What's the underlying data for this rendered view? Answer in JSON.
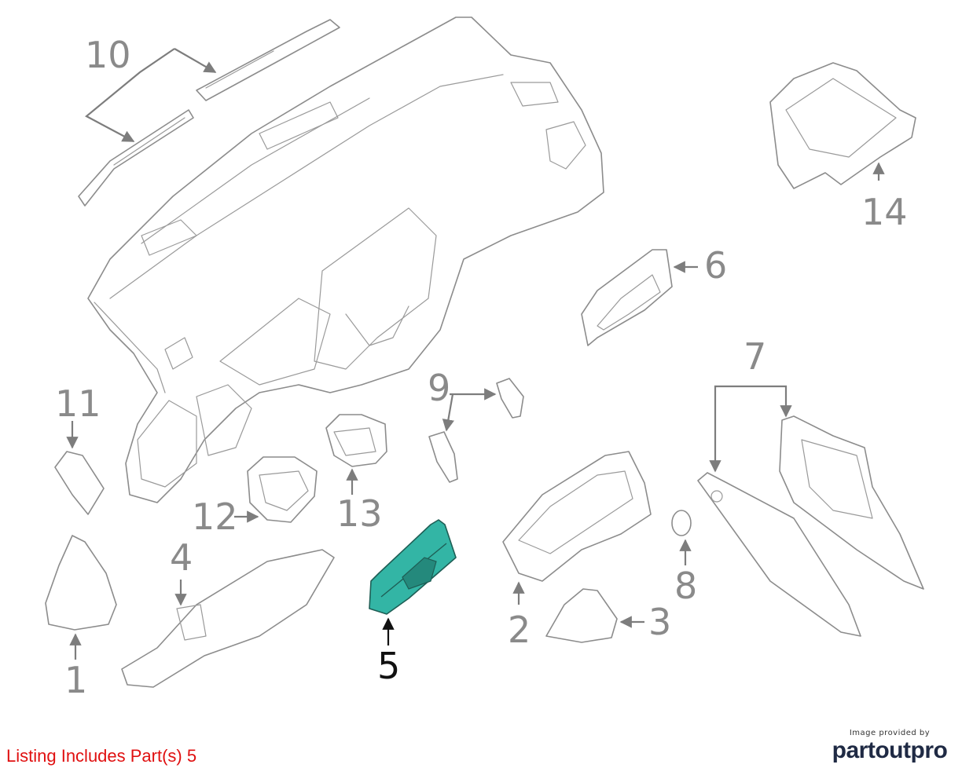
{
  "colors": {
    "highlight": "#33b5a5",
    "caption": "#e01010",
    "logo": "#1f2a44",
    "lines": "#8c8c8c"
  },
  "callouts": [
    {
      "id": "1",
      "label": "1"
    },
    {
      "id": "2",
      "label": "2"
    },
    {
      "id": "3",
      "label": "3"
    },
    {
      "id": "4",
      "label": "4"
    },
    {
      "id": "5",
      "label": "5",
      "highlighted": true
    },
    {
      "id": "6",
      "label": "6"
    },
    {
      "id": "7",
      "label": "7"
    },
    {
      "id": "8",
      "label": "8"
    },
    {
      "id": "9",
      "label": "9"
    },
    {
      "id": "10",
      "label": "10"
    },
    {
      "id": "11",
      "label": "11"
    },
    {
      "id": "12",
      "label": "12"
    },
    {
      "id": "13",
      "label": "13"
    },
    {
      "id": "14",
      "label": "14"
    }
  ],
  "caption": "Listing Includes Part(s) 5",
  "credit": {
    "small": "Image provided by",
    "logo": "partoutpro"
  }
}
